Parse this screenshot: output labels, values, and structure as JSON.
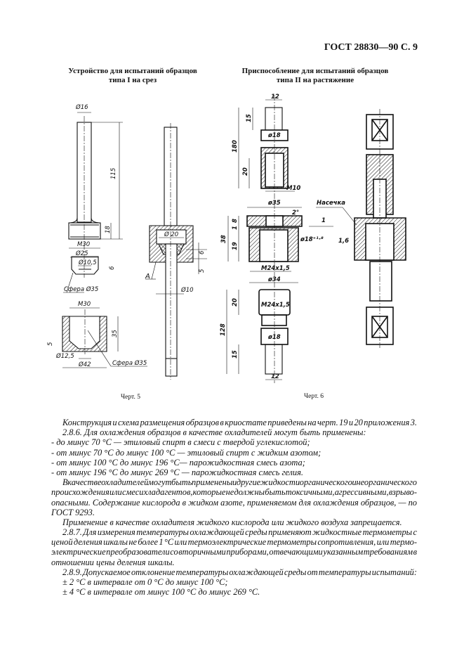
{
  "header": "ГОСТ 28830—90 С. 9",
  "figure5": {
    "title_lines": [
      "Устройство для испытаний образцов",
      "типа I на срез"
    ],
    "caption": "Черт. 5",
    "labels": {
      "d16": "Ø16",
      "l115": "115",
      "l18": "18",
      "m30_a": "M30",
      "d25": "Ø25",
      "d105": "Ø10,5",
      "l6_a": "6",
      "sphere_a": "Сфера Ø35",
      "d20": "Ø 20",
      "l6_b": "6",
      "l5_a": "5",
      "a": "A",
      "d10": "Ø10",
      "m30_b": "M30",
      "l35": "35",
      "l5_b": "5",
      "d125": "Ø12,5",
      "d42": "Ø42",
      "sphere_b": "Сфера Ø35"
    }
  },
  "figure6": {
    "title_lines": [
      "Приспособление для испытаний образцов",
      "типа II на растяжение"
    ],
    "caption": "Черт. 6",
    "labels": {
      "w12_top": "12",
      "l15_top": "15",
      "d18_top": "ø18",
      "l180": "180",
      "l20_top": "20",
      "m10": "M10",
      "d35": "ø35",
      "ang": "2°",
      "l38": "38",
      "l8": "8",
      "l1": "1",
      "l19": "19",
      "l1r": "1",
      "d18tol": "ø18⁺¹·⁸",
      "rough": "1,6",
      "m24_a": "M24x1,5",
      "d34": "ø34",
      "l20_bot": "20",
      "m24_b": "M24x1,5",
      "l128": "128",
      "d18_bot": "ø18",
      "l15_bot": "15",
      "w12_bot": "12",
      "notch": "Насечка"
    }
  },
  "body": [
    {
      "indent": true,
      "lines": [
        "Конструкция и схема размещения образцов в криостате приведены на черт. 19 и 20 приложения 3.",
        "2.8.6. Для охлаждения образцов в качестве охладителей могут быть применены:"
      ],
      "justify_last": false
    },
    {
      "indent": false,
      "lines": [
        "- до минус 70 °С — этиловый спирт в смеси с твердой углекислотой;"
      ]
    },
    {
      "indent": false,
      "lines": [
        "- от минус 70 °С до минус 100 °С — этиловый спирт с жидким азотом;"
      ]
    },
    {
      "indent": false,
      "lines": [
        "- от минус 100 °С до минус 196 °С— парожидкостная смесь азота;"
      ]
    },
    {
      "indent": false,
      "lines": [
        "- от минус 196 °С до минус 269 °С — парожидкостная смесь гелия."
      ]
    },
    {
      "indent": true,
      "lines": [
        "В качестве охладителей могут быть применены и другие жидкости органического и неорганического",
        "происхождения или смеси хладагентов, которые не должны быть токсичными, агрессивными, взрыво-",
        "опасными. Содержание кислорода в жидком азоте, применяемом для охлаждения образцов, — по",
        "ГОСТ 9293."
      ]
    },
    {
      "indent": true,
      "lines": [
        "Применение в качестве охладителя жидкого кислорода или жидкого воздуха запрещается."
      ]
    },
    {
      "indent": true,
      "lines": [
        "2.8.7. Для измерения температуры охлаждающей среды применяют жидкостные термометры с",
        "ценой деления шкалы не более 1 °С или термоэлектрические термометры сопротивления, или термо-",
        "электрические преобразователи со вторичными приборами, отвечающими указанным требованиям в",
        "отношении цены деления шкалы."
      ]
    },
    {
      "indent": true,
      "lines": [
        "2.8.9. Допускаемое отклонение температуры охлаждающей среды от температуры испытаний:"
      ]
    },
    {
      "indent": true,
      "lines": [
        "± 2 °С в интервале от 0 °С до минус 100 °С;"
      ]
    },
    {
      "indent": true,
      "lines": [
        "± 4 °С в интервале от минус 100 °С до минус 269 °С."
      ]
    }
  ]
}
